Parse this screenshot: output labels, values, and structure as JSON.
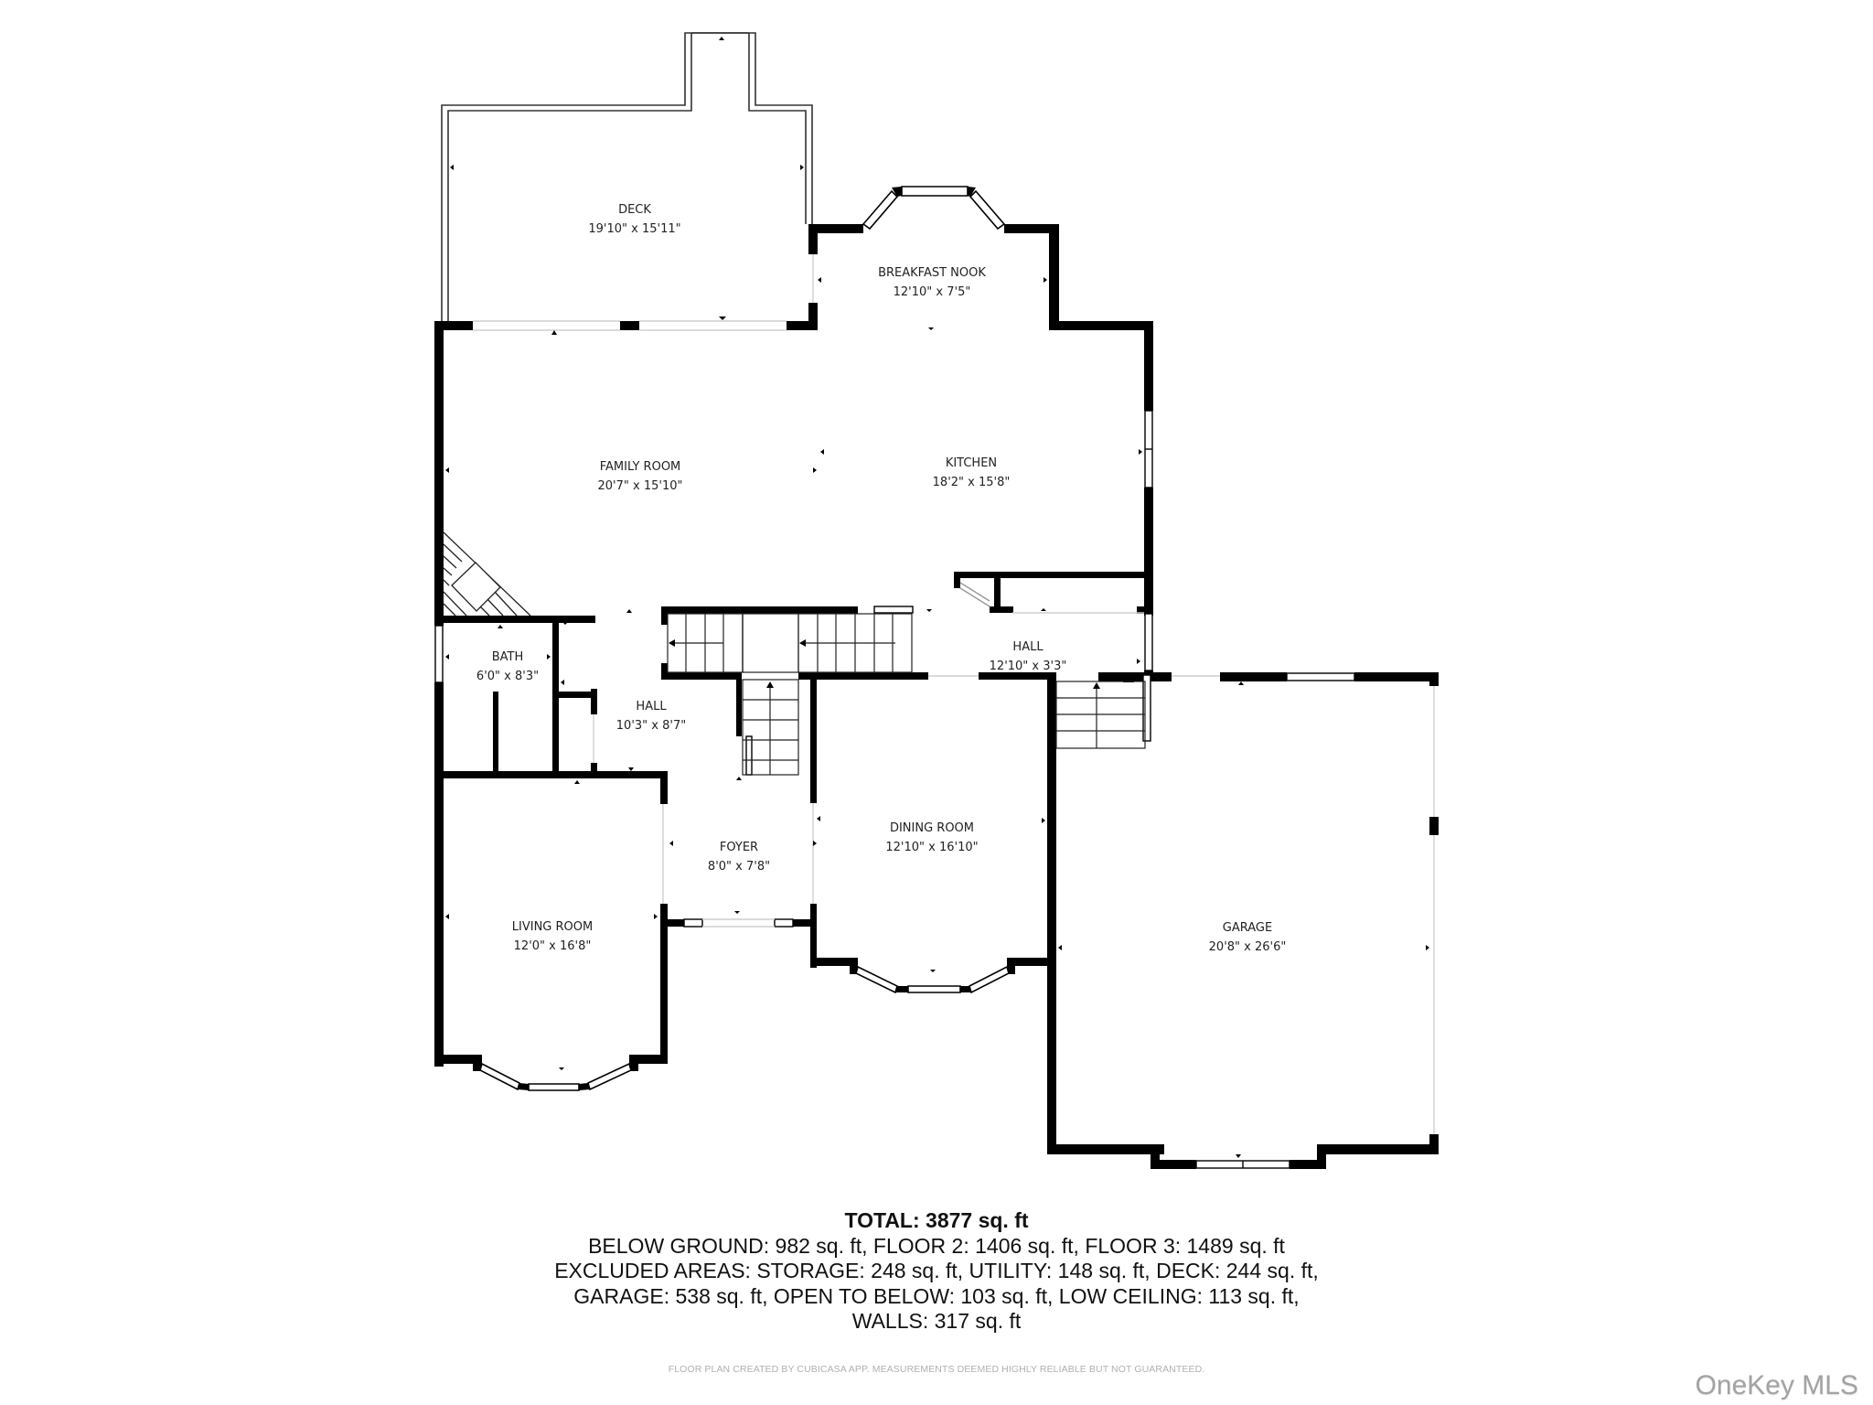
{
  "floor_plan": {
    "rooms": [
      {
        "id": "deck",
        "name": "DECK",
        "dims": "19'10\" x 15'11\""
      },
      {
        "id": "breakfast-nook",
        "name": "BREAKFAST NOOK",
        "dims": "12'10\" x 7'5\""
      },
      {
        "id": "family-room",
        "name": "FAMILY ROOM",
        "dims": "20'7\" x 15'10\""
      },
      {
        "id": "kitchen",
        "name": "KITCHEN",
        "dims": "18'2\" x 15'8\""
      },
      {
        "id": "bath",
        "name": "BATH",
        "dims": "6'0\" x 8'3\""
      },
      {
        "id": "hall-upper",
        "name": "HALL",
        "dims": "12'10\" x 3'3\""
      },
      {
        "id": "hall-lower",
        "name": "HALL",
        "dims": "10'3\" x 8'7\""
      },
      {
        "id": "foyer",
        "name": "FOYER",
        "dims": "8'0\" x 7'8\""
      },
      {
        "id": "dining-room",
        "name": "DINING ROOM",
        "dims": "12'10\" x 16'10\""
      },
      {
        "id": "living-room",
        "name": "LIVING ROOM",
        "dims": "12'0\" x 16'8\""
      },
      {
        "id": "garage",
        "name": "GARAGE",
        "dims": "20'8\" x 26'6\""
      }
    ]
  },
  "summary": {
    "total": "TOTAL: 3877 sq. ft",
    "lines": [
      "BELOW GROUND: 982 sq. ft, FLOOR 2: 1406 sq. ft, FLOOR 3: 1489 sq. ft",
      "EXCLUDED AREAS: STORAGE: 248 sq. ft, UTILITY: 148 sq. ft, DECK: 244 sq. ft,",
      "GARAGE: 538 sq. ft, OPEN TO BELOW: 103 sq. ft, LOW CEILING: 113 sq. ft,",
      "WALLS: 317 sq. ft"
    ]
  },
  "disclaimer": "FLOOR PLAN CREATED BY CUBICASA APP. MEASUREMENTS DEEMED HIGHLY RELIABLE BUT NOT GUARANTEED.",
  "watermark": "OneKey MLS",
  "colors": {
    "wall": "#000000",
    "thin_line": "#333333",
    "opening": "#cccccc",
    "background": "#ffffff"
  }
}
